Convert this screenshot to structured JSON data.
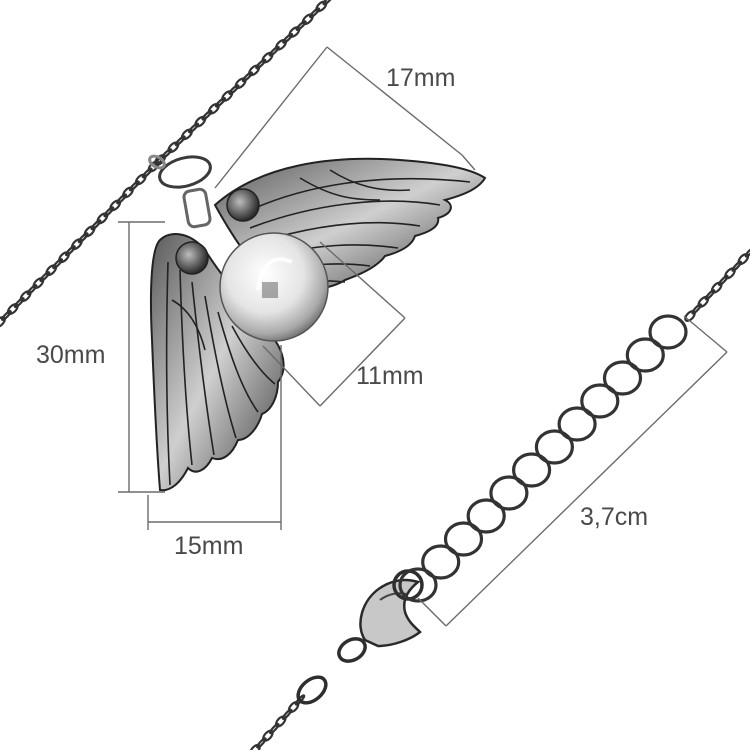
{
  "dimensions": {
    "wing_width": "17mm",
    "pendant_height": "30mm",
    "ball_diameter": "11mm",
    "pendant_width": "15mm",
    "extender_length": "3,7cm"
  },
  "colors": {
    "background": "#ffffff",
    "dimension_line": "#6b6b6b",
    "label_text": "#4a4a4a",
    "metal_dark": "#2e2e2e",
    "metal_light": "#d9d9d9"
  }
}
